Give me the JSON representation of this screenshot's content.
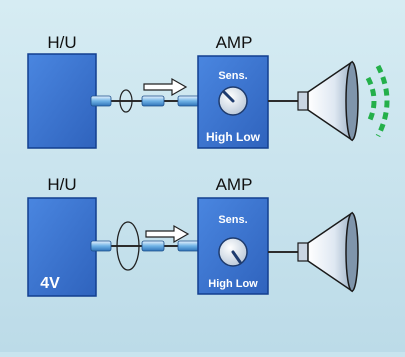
{
  "diagrams": [
    {
      "head_unit_label": "H/U",
      "head_unit_text": "",
      "amp_label": "AMP",
      "sens_label": "Sens.",
      "range_label": "High Low",
      "speaker_emits_sound": true
    },
    {
      "head_unit_label": "H/U",
      "head_unit_text": "4V",
      "amp_label": "AMP",
      "sens_label": "Sens.",
      "range_label": "High Low",
      "speaker_emits_sound": false
    }
  ],
  "colors": {
    "background": "#c9e4ee",
    "box_blue": "#3a72cf",
    "box_edge": "#123f8f",
    "cable": "#2c2c2c",
    "sound_waves": "#24b04a"
  },
  "icons": [
    "knob-icon",
    "signal-arrow-icon",
    "speaker-icon",
    "sound-wave-icon"
  ]
}
